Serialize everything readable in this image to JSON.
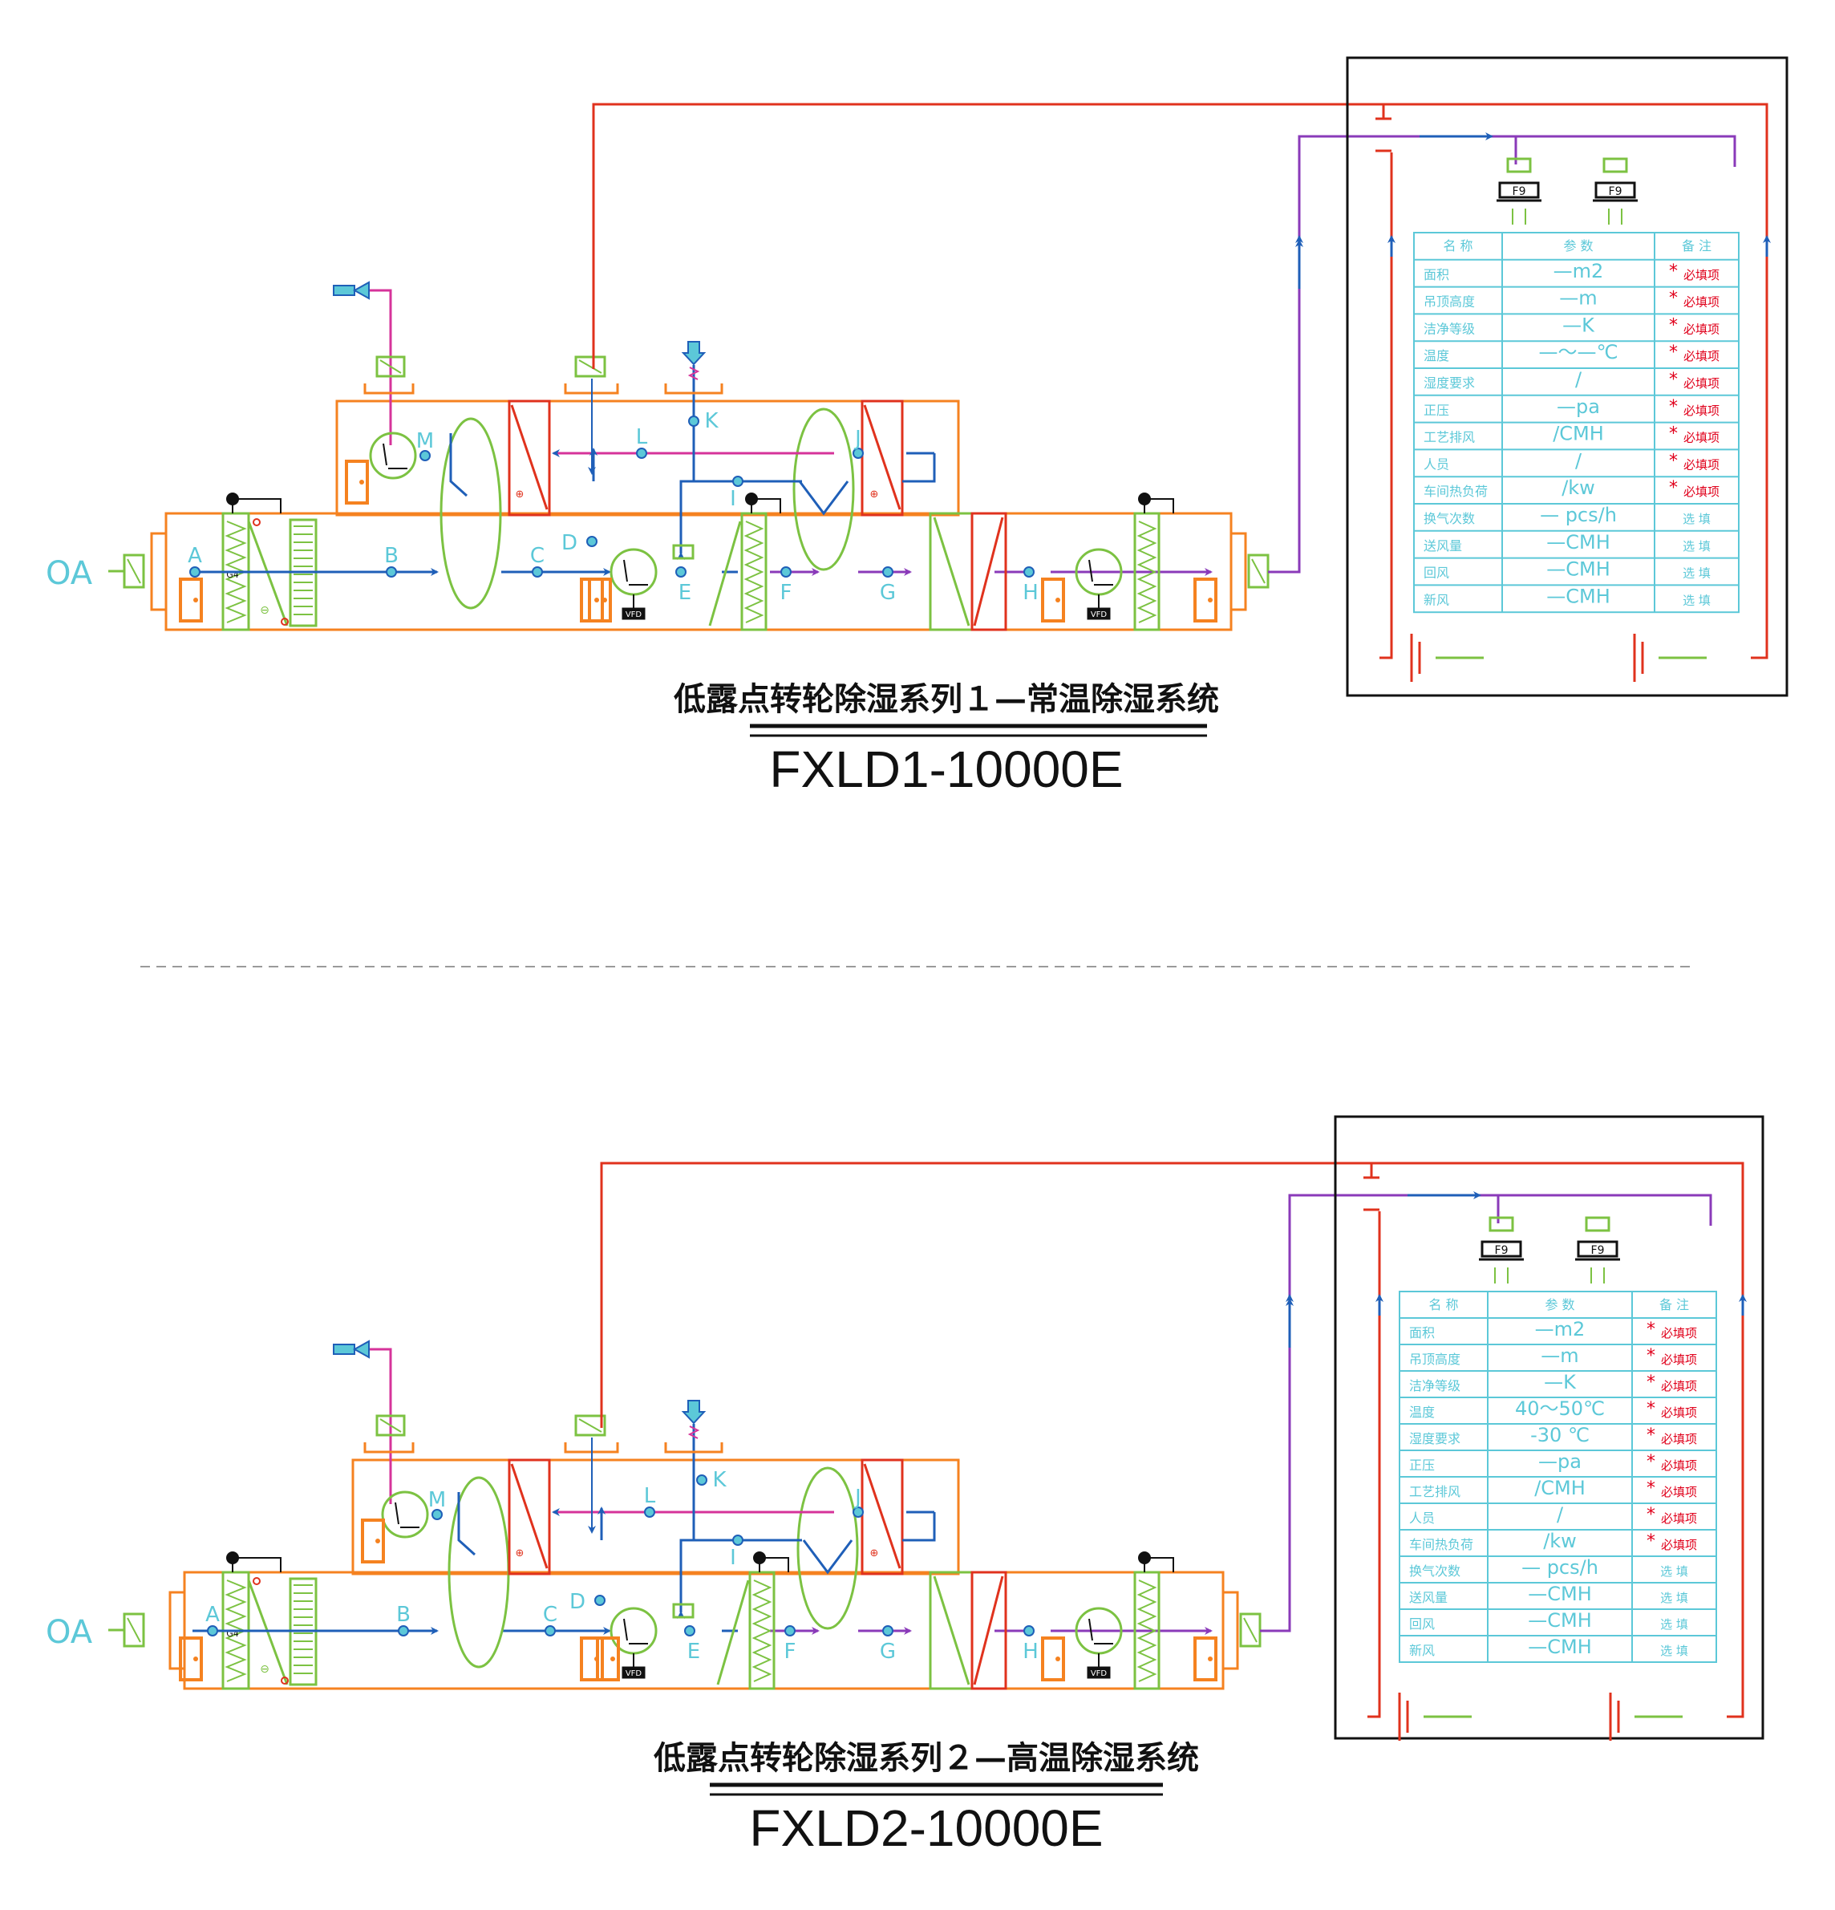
{
  "colors": {
    "casing": "#f58220",
    "green": "#7cc242",
    "blue": "#1f5fb8",
    "red": "#e0321d",
    "magenta": "#d6339a",
    "purple": "#8a3ab9",
    "cyan": "#5cc8d8",
    "black": "#111111",
    "dash": "#9a9a9a",
    "star": "#e0001b"
  },
  "icons": {
    "fan": "fan-icon",
    "door": "access-door-icon",
    "exhaust": "exhaust-arrow-icon",
    "inlet": "inlet-arrow-icon",
    "gauge": "pressure-gauge-icon",
    "damper": "damper-icon",
    "filter": "f9-filter-icon",
    "vfd": "vfd-badge-icon"
  },
  "common": {
    "oa_label": "OA",
    "points": [
      "A",
      "B",
      "C",
      "D",
      "E",
      "F",
      "G",
      "H",
      "I",
      "J",
      "K",
      "L",
      "M"
    ],
    "vfd": "VFD",
    "filter": "F9",
    "table_header": [
      "名 称",
      "参 数",
      "备 注"
    ]
  },
  "systems": [
    {
      "title_cn": "低露点转轮除湿系列１—常温除湿系统",
      "model": "FXLD1-10000E",
      "table": [
        {
          "name": "面积",
          "param": "—m2",
          "note": "必填项",
          "required": true
        },
        {
          "name": "吊顶高度",
          "param": "—m",
          "note": "必填项",
          "required": true
        },
        {
          "name": "洁净等级",
          "param": "—K",
          "note": "必填项",
          "required": true
        },
        {
          "name": "温度",
          "param": "—～—℃",
          "note": "必填项",
          "required": true
        },
        {
          "name": "湿度要求",
          "param": "/",
          "note": "必填项",
          "required": true
        },
        {
          "name": "正压",
          "param": "—pa",
          "note": "必填项",
          "required": true
        },
        {
          "name": "工艺排风",
          "param": "/CMH",
          "note": "必填项",
          "required": true
        },
        {
          "name": "人员",
          "param": "/",
          "note": "必填项",
          "required": true
        },
        {
          "name": "车间热负荷",
          "param": "/kw",
          "note": "必填项",
          "required": true
        },
        {
          "name": "换气次数",
          "param": "— pcs/h",
          "note": "选 填",
          "required": false
        },
        {
          "name": "送风量",
          "param": "—CMH",
          "note": "选 填",
          "required": false
        },
        {
          "name": "回风",
          "param": "—CMH",
          "note": "选 填",
          "required": false
        },
        {
          "name": "新风",
          "param": "—CMH",
          "note": "选 填",
          "required": false
        }
      ]
    },
    {
      "title_cn": "低露点转轮除湿系列２—高温除湿系统",
      "model": "FXLD2-10000E",
      "table": [
        {
          "name": "面积",
          "param": "—m2",
          "note": "必填项",
          "required": true
        },
        {
          "name": "吊顶高度",
          "param": "—m",
          "note": "必填项",
          "required": true
        },
        {
          "name": "洁净等级",
          "param": "—K",
          "note": "必填项",
          "required": true
        },
        {
          "name": "温度",
          "param": "40～50℃",
          "note": "必填项",
          "required": true
        },
        {
          "name": "湿度要求",
          "param": "-30 ℃",
          "note": "必填项",
          "required": true
        },
        {
          "name": "正压",
          "param": "—pa",
          "note": "必填项",
          "required": true
        },
        {
          "name": "工艺排风",
          "param": "/CMH",
          "note": "必填项",
          "required": true
        },
        {
          "name": "人员",
          "param": "/",
          "note": "必填项",
          "required": true
        },
        {
          "name": "车间热负荷",
          "param": "/kw",
          "note": "必填项",
          "required": true
        },
        {
          "name": "换气次数",
          "param": "— pcs/h",
          "note": "选 填",
          "required": false
        },
        {
          "name": "送风量",
          "param": "—CMH",
          "note": "选 填",
          "required": false
        },
        {
          "name": "回风",
          "param": "—CMH",
          "note": "选 填",
          "required": false
        },
        {
          "name": "新风",
          "param": "—CMH",
          "note": "选 填",
          "required": false
        }
      ]
    }
  ]
}
